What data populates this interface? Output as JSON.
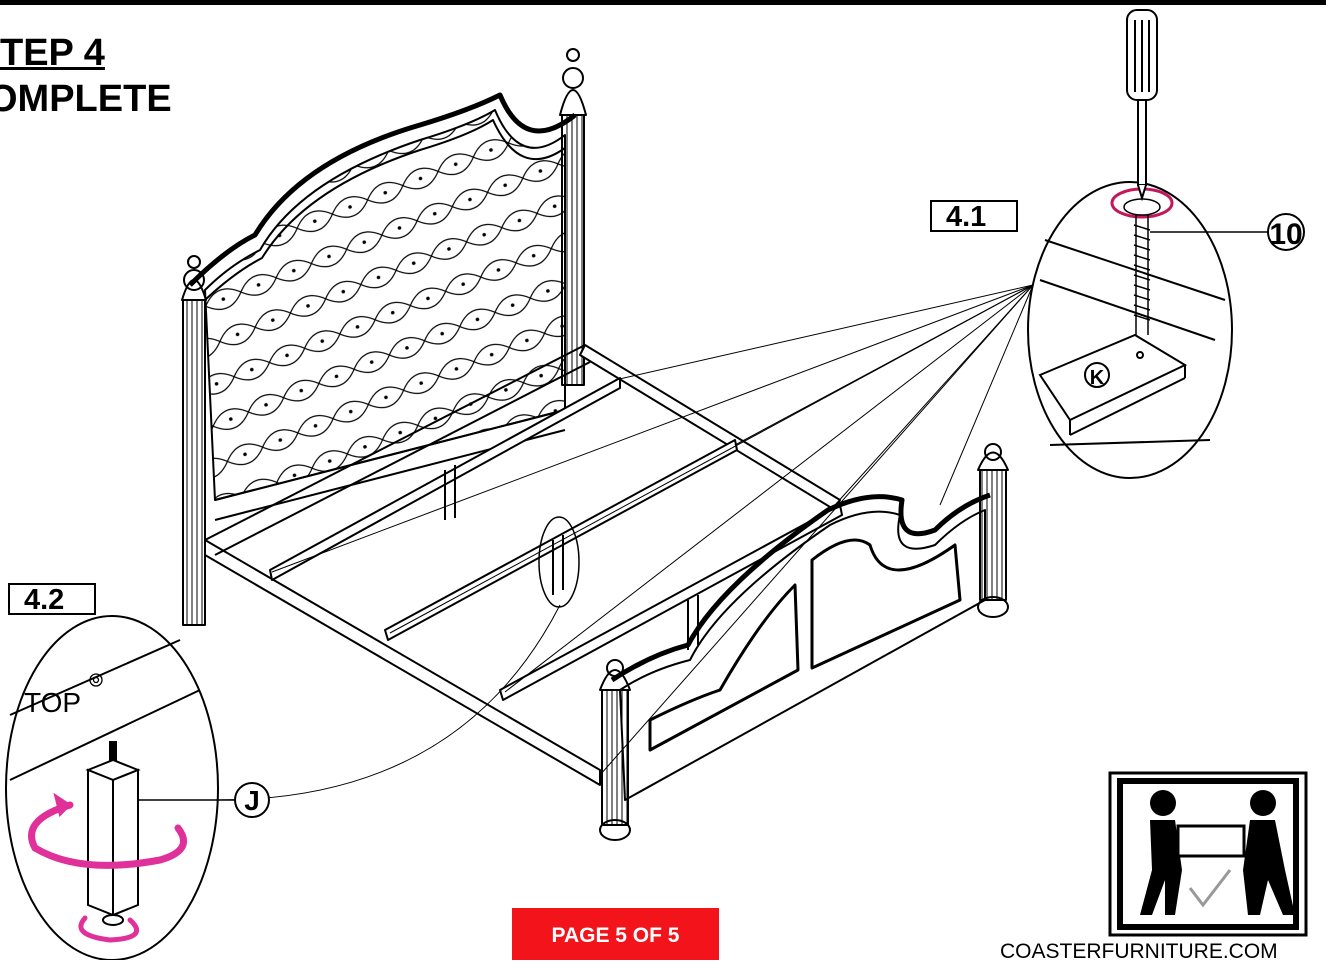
{
  "step": {
    "line1": "TEP 4",
    "line2": "OMPLETE"
  },
  "detail_4_1": {
    "label": "4.1",
    "part_number": "10",
    "part_letter": "K"
  },
  "detail_4_2": {
    "label": "4.2",
    "top_text": "TOP",
    "part_letter": "J"
  },
  "footer": {
    "page": "PAGE 5 OF 5",
    "website": "COASTERFURNITURE.COM"
  },
  "colors": {
    "badge": "#f2141a",
    "rotation_arrow": "#e0309a",
    "ink": "#000000"
  },
  "icons": [
    "screwdriver-icon",
    "two-person-lift-icon",
    "rotate-arrow-icon",
    "gear-icon"
  ]
}
